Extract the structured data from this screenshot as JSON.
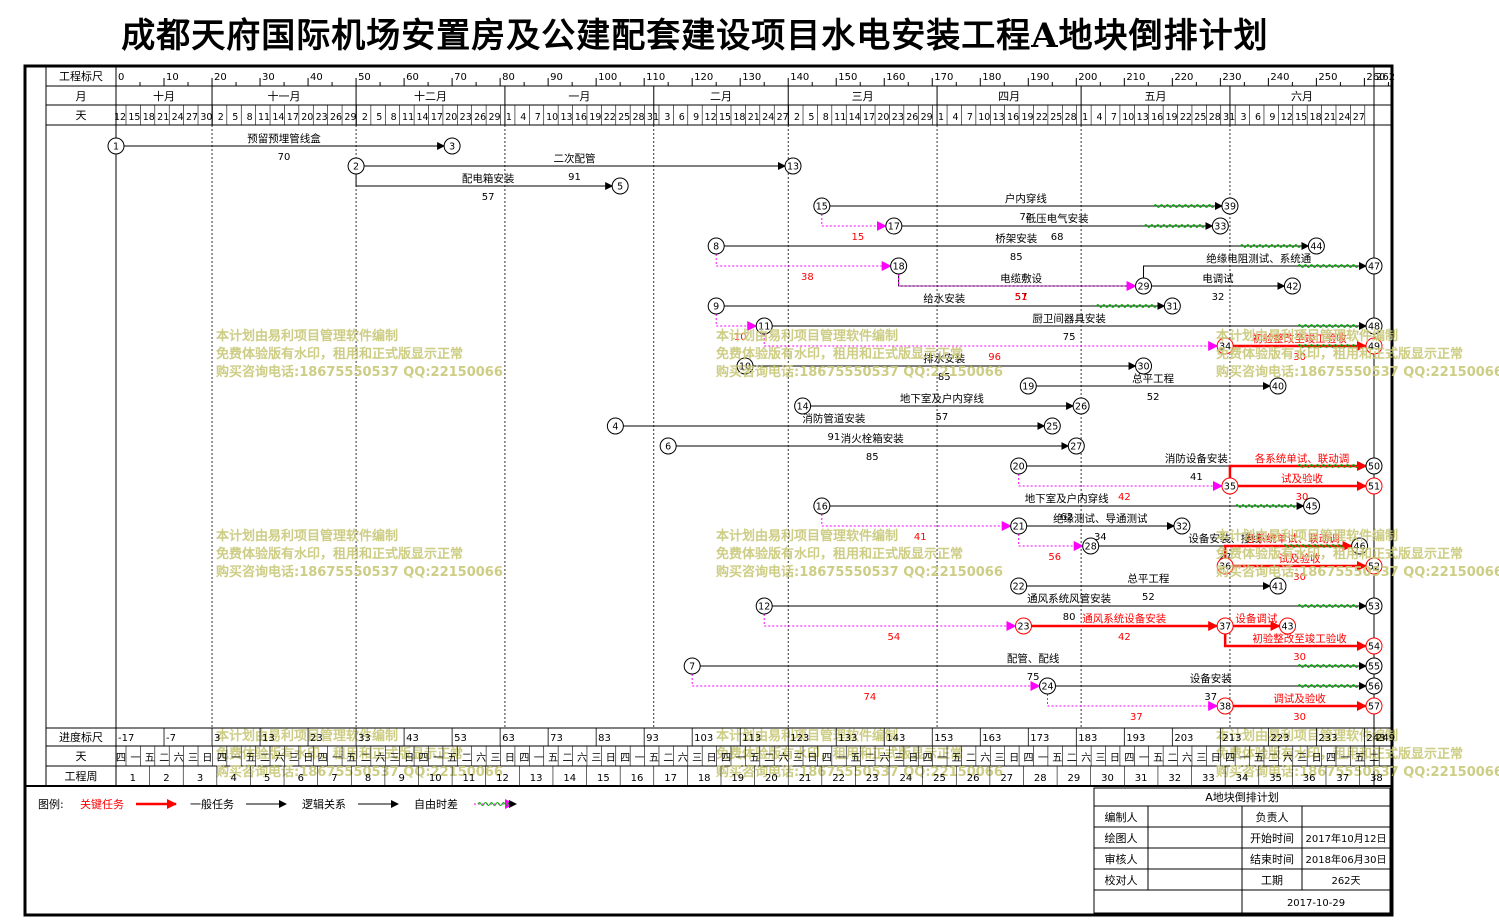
{
  "title": "成都天府国际机场安置房及公建配套建设项目水电安装工程A地块倒排计划",
  "header": {
    "row_labels": [
      "工程标尺",
      "月",
      "天"
    ],
    "scale_ticks": [
      "0",
      "10",
      "20",
      "30",
      "40",
      "50",
      "60",
      "70",
      "80",
      "90",
      "100",
      "110",
      "120",
      "130",
      "140",
      "150",
      "160",
      "170",
      "180",
      "190",
      "200",
      "210",
      "220",
      "230",
      "240",
      "250",
      "260",
      "262"
    ],
    "months": [
      "十月",
      "十一月",
      "十二月",
      "一月",
      "二月",
      "三月",
      "四月",
      "五月",
      "六月"
    ],
    "days": [
      [
        "12",
        "15",
        "18",
        "21",
        "24",
        "27",
        "30"
      ],
      [
        "2",
        "5",
        "8",
        "11",
        "14",
        "17",
        "20",
        "23",
        "26",
        "29"
      ],
      [
        "2",
        "5",
        "8",
        "11",
        "14",
        "17",
        "20",
        "23",
        "26",
        "29"
      ],
      [
        "1",
        "4",
        "7",
        "10",
        "13",
        "16",
        "19",
        "22",
        "25",
        "28",
        "31"
      ],
      [
        "3",
        "6",
        "9",
        "12",
        "15",
        "18",
        "21",
        "24",
        "27"
      ],
      [
        "2",
        "5",
        "8",
        "11",
        "14",
        "17",
        "20",
        "23",
        "26",
        "29"
      ],
      [
        "1",
        "4",
        "7",
        "10",
        "13",
        "16",
        "19",
        "22",
        "25",
        "28"
      ],
      [
        "1",
        "4",
        "7",
        "10",
        "13",
        "16",
        "19",
        "22",
        "25",
        "28",
        "31"
      ],
      [
        "3",
        "6",
        "9",
        "12",
        "15",
        "18",
        "21",
        "24",
        "27"
      ]
    ]
  },
  "footer": {
    "row_labels": [
      "进度标尺",
      "天",
      "工程周"
    ],
    "progress_ticks": [
      "-17",
      "-7",
      "3",
      "13",
      "23",
      "33",
      "43",
      "53",
      "63",
      "73",
      "83",
      "93",
      "103",
      "113",
      "123",
      "133",
      "143",
      "153",
      "163",
      "173",
      "183",
      "193",
      "203",
      "213",
      "223",
      "233",
      "243",
      "249"
    ],
    "weekdays": [
      "四",
      "一",
      "五",
      "二",
      "六",
      "三",
      "日",
      "四",
      "一",
      "五",
      "二",
      "六",
      "三",
      "日",
      "四",
      "一",
      "五",
      "二",
      "六",
      "三",
      "日",
      "四",
      "一",
      "五",
      "二",
      "六",
      "三",
      "日",
      "四",
      "一",
      "五",
      "二",
      "六",
      "三",
      "日",
      "四",
      "一",
      "五",
      "二",
      "六",
      "三",
      "日",
      "四",
      "一",
      "五",
      "二",
      "六",
      "三",
      "日",
      "四",
      "一",
      "五",
      "二",
      "六",
      "三",
      "日",
      "四",
      "一",
      "五",
      "二",
      "六",
      "三",
      "日",
      "四",
      "一",
      "五",
      "二",
      "六",
      "三",
      "日",
      "四",
      "一",
      "五",
      "二",
      "六",
      "三",
      "日",
      "四",
      "一",
      "五",
      "二",
      "六",
      "三",
      "日",
      "四",
      "一",
      "五",
      "二"
    ],
    "weeks": [
      "1",
      "2",
      "3",
      "4",
      "5",
      "6",
      "7",
      "8",
      "9",
      "10",
      "11",
      "12",
      "13",
      "14",
      "15",
      "16",
      "17",
      "18",
      "19",
      "20",
      "21",
      "22",
      "23",
      "24",
      "25",
      "26",
      "27",
      "28",
      "29",
      "30",
      "31",
      "32",
      "33",
      "34",
      "35",
      "36",
      "37",
      "38"
    ]
  },
  "tasks": [
    {
      "from": "1",
      "to": "3",
      "label": "预留预埋管线盒",
      "duration": "70",
      "kind": "normal"
    },
    {
      "from": "2",
      "to": "13",
      "label": "二次配管",
      "duration": "91",
      "kind": "normal"
    },
    {
      "from": "2",
      "to": "5",
      "label": "配电箱安装",
      "duration": "57",
      "kind": "normal"
    },
    {
      "from": "15",
      "to": "39",
      "label": "户内穿线",
      "duration": "72",
      "kind": "normal"
    },
    {
      "from": "15",
      "to": "17",
      "label": "",
      "duration": "15",
      "kind": "float"
    },
    {
      "from": "17",
      "to": "33",
      "label": "低压电气安装",
      "duration": "68",
      "kind": "normal"
    },
    {
      "from": "8",
      "to": "44",
      "label": "桥架安装",
      "duration": "85",
      "kind": "normal"
    },
    {
      "from": "8",
      "to": "18",
      "label": "",
      "duration": "38",
      "kind": "float"
    },
    {
      "from": "18",
      "to": "29",
      "label": "电缆敷设",
      "duration": "57",
      "kind": "normal"
    },
    {
      "from": "18",
      "to": "29",
      "label": "",
      "duration": "51",
      "kind": "float"
    },
    {
      "from": "29",
      "to": "42",
      "label": "电调试",
      "duration": "32",
      "kind": "normal"
    },
    {
      "from": "29",
      "to": "47",
      "label": "绝缘电阻测试、系统通",
      "duration": "",
      "kind": "normal"
    },
    {
      "from": "9",
      "to": "31",
      "label": "给水安装",
      "duration": "",
      "kind": "normal"
    },
    {
      "from": "9",
      "to": "11",
      "label": "",
      "duration": "10",
      "kind": "float"
    },
    {
      "from": "11",
      "to": "48",
      "label": "厨卫间器具安装",
      "duration": "75",
      "kind": "normal"
    },
    {
      "from": "11",
      "to": "34",
      "label": "",
      "duration": "96",
      "kind": "float"
    },
    {
      "from": "34",
      "to": "49",
      "label": "初验整改至竣工验收",
      "duration": "30",
      "kind": "critical"
    },
    {
      "from": "10",
      "to": "30",
      "label": "排水安装",
      "duration": "85",
      "kind": "normal"
    },
    {
      "from": "19",
      "to": "40",
      "label": "总平工程",
      "duration": "52",
      "kind": "normal"
    },
    {
      "from": "14",
      "to": "26",
      "label": "地下室及户内穿线",
      "duration": "57",
      "kind": "normal"
    },
    {
      "from": "4",
      "to": "25",
      "label": "消防管道安装",
      "duration": "91",
      "kind": "normal"
    },
    {
      "from": "6",
      "to": "27",
      "label": "消火栓箱安装",
      "duration": "85",
      "kind": "normal"
    },
    {
      "from": "20",
      "to": "50",
      "label": "消防设备安装",
      "duration": "41",
      "kind": "normal"
    },
    {
      "from": "20",
      "to": "35",
      "label": "",
      "duration": "42",
      "kind": "float"
    },
    {
      "from": "35",
      "to": "50",
      "label": "各系统单试、联动调",
      "duration": "",
      "kind": "critical"
    },
    {
      "from": "35",
      "to": "51",
      "label": "试及验收",
      "duration": "30",
      "kind": "critical"
    },
    {
      "from": "16",
      "to": "45",
      "label": "地下室及户内穿线",
      "duration": "62",
      "kind": "normal"
    },
    {
      "from": "16",
      "to": "21",
      "label": "",
      "duration": "41",
      "kind": "float"
    },
    {
      "from": "21",
      "to": "32",
      "label": "绝缘测试、导通测试",
      "duration": "34",
      "kind": "normal"
    },
    {
      "from": "21",
      "to": "28",
      "label": "",
      "duration": "56",
      "kind": "float"
    },
    {
      "from": "28",
      "to": "46",
      "label": "设备安装、接线",
      "duration": "27",
      "kind": "normal"
    },
    {
      "from": "36",
      "to": "46",
      "label": "各系统单试、联动调",
      "duration": "",
      "kind": "critical"
    },
    {
      "from": "36",
      "to": "52",
      "label": "试及验收",
      "duration": "30",
      "kind": "critical"
    },
    {
      "from": "22",
      "to": "41",
      "label": "总平工程",
      "duration": "52",
      "kind": "normal"
    },
    {
      "from": "12",
      "to": "53",
      "label": "通风系统风管安装",
      "duration": "80",
      "kind": "normal"
    },
    {
      "from": "12",
      "to": "23",
      "label": "",
      "duration": "54",
      "kind": "float"
    },
    {
      "from": "23",
      "to": "37",
      "label": "通风系统设备安装",
      "duration": "42",
      "kind": "critical"
    },
    {
      "from": "37",
      "to": "43",
      "label": "设备调试",
      "duration": "",
      "kind": "critical"
    },
    {
      "from": "37",
      "to": "54",
      "label": "初验整改至竣工验收",
      "duration": "30",
      "kind": "critical"
    },
    {
      "from": "7",
      "to": "55",
      "label": "配管、配线",
      "duration": "75",
      "kind": "normal"
    },
    {
      "from": "7",
      "to": "24",
      "label": "",
      "duration": "74",
      "kind": "float"
    },
    {
      "from": "24",
      "to": "56",
      "label": "设备安装",
      "duration": "37",
      "kind": "normal"
    },
    {
      "from": "24",
      "to": "38",
      "label": "",
      "duration": "37",
      "kind": "float"
    },
    {
      "from": "38",
      "to": "57",
      "label": "调试及验收",
      "duration": "30",
      "kind": "critical"
    }
  ],
  "watermark": {
    "line1": "本计划由易利项目管理软件编制",
    "line2": "免费体验版有水印，租用和正式版显示正常",
    "line3": "购买咨询电话:18675550537 QQ:22150066"
  },
  "legend": {
    "title": "图例:",
    "items": [
      "关键任务",
      "一般任务",
      "逻辑关系",
      "自由时差"
    ]
  },
  "info_box": {
    "title": "A地块倒排计划",
    "rows": [
      [
        "编制人",
        "",
        "负责人",
        ""
      ],
      [
        "绘图人",
        "",
        "开始时间",
        "2017年10月12日"
      ],
      [
        "审核人",
        "",
        "结束时间",
        "2018年06月30日"
      ],
      [
        "校对人",
        "",
        "工期",
        "262天"
      ]
    ],
    "date": "2017-10-29"
  },
  "colors": {
    "critical": "#ff0000",
    "normal": "#000000",
    "float": "#ff00ff",
    "slack": "#00b000",
    "watermark": "#c8c878"
  }
}
